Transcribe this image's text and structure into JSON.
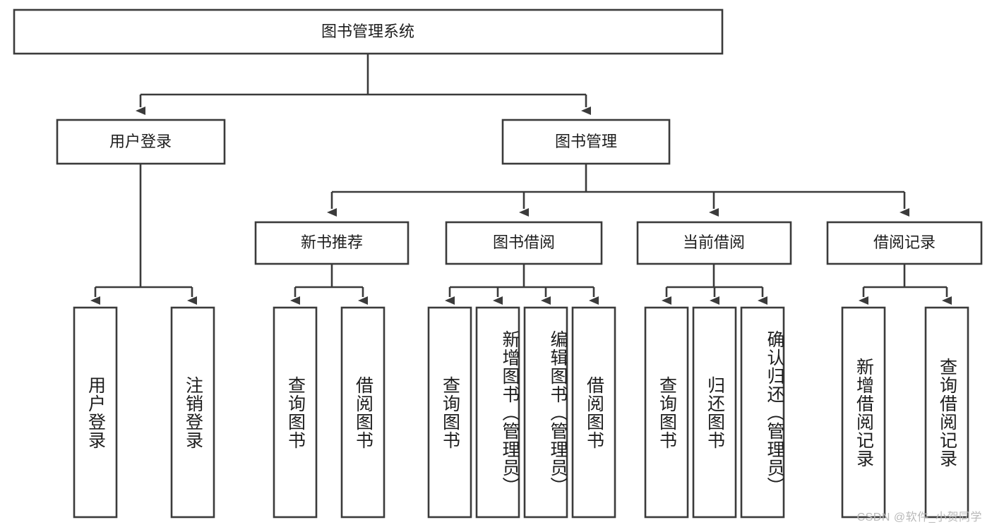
{
  "diagram": {
    "type": "tree-hierarchy-chart",
    "title": "图书管理系统",
    "watermark": "CSDN @软件_小贺同学",
    "colors": {
      "box_stroke": "#3b3b3b",
      "box_fill": "#ffffff",
      "connector": "#3b3b3b",
      "text": "#1d1d1d",
      "watermark": "#b9b9b9",
      "background": "#ffffff"
    },
    "nodes": {
      "root": {
        "label": "图书管理系统",
        "level": 1,
        "orientation": "horizontal"
      },
      "level2": [
        {
          "id": "user-login",
          "label": "用户登录",
          "orientation": "horizontal"
        },
        {
          "id": "book-management",
          "label": "图书管理",
          "orientation": "horizontal"
        }
      ],
      "level3": [
        {
          "id": "new-book-recommend",
          "label": "新书推荐",
          "orientation": "horizontal",
          "parent": "book-management"
        },
        {
          "id": "book-borrow",
          "label": "图书借阅",
          "orientation": "horizontal",
          "parent": "book-management"
        },
        {
          "id": "current-borrow",
          "label": "当前借阅",
          "orientation": "horizontal",
          "parent": "book-management"
        },
        {
          "id": "borrow-record",
          "label": "借阅记录",
          "orientation": "horizontal",
          "parent": "book-management"
        }
      ],
      "leaves": [
        {
          "id": "leaf-user-login",
          "label": "用户登录",
          "parent": "user-login",
          "orientation": "vertical"
        },
        {
          "id": "leaf-logout",
          "label": "注销登录",
          "parent": "user-login",
          "orientation": "vertical"
        },
        {
          "id": "leaf-query-book-1",
          "label": "查询图书",
          "parent": "new-book-recommend",
          "orientation": "vertical"
        },
        {
          "id": "leaf-borrow-book-1",
          "label": "借阅图书",
          "parent": "new-book-recommend",
          "orientation": "vertical"
        },
        {
          "id": "leaf-query-book-2",
          "label": "查询图书",
          "parent": "book-borrow",
          "orientation": "vertical"
        },
        {
          "id": "leaf-add-book",
          "label": "新增图书（管理员）",
          "parent": "book-borrow",
          "orientation": "vertical"
        },
        {
          "id": "leaf-edit-book",
          "label": "编辑图书（管理员）",
          "parent": "book-borrow",
          "orientation": "vertical"
        },
        {
          "id": "leaf-borrow-book-2",
          "label": "借阅图书",
          "parent": "book-borrow",
          "orientation": "vertical"
        },
        {
          "id": "leaf-query-book-3",
          "label": "查询图书",
          "parent": "current-borrow",
          "orientation": "vertical"
        },
        {
          "id": "leaf-return-book",
          "label": "归还图书",
          "parent": "current-borrow",
          "orientation": "vertical"
        },
        {
          "id": "leaf-confirm-return",
          "label": "确认归还（管理员）",
          "parent": "current-borrow",
          "orientation": "vertical"
        },
        {
          "id": "leaf-add-record",
          "label": "新增借阅记录",
          "parent": "borrow-record",
          "orientation": "vertical"
        },
        {
          "id": "leaf-query-record",
          "label": "查询借阅记录",
          "parent": "borrow-record",
          "orientation": "vertical"
        }
      ]
    }
  }
}
